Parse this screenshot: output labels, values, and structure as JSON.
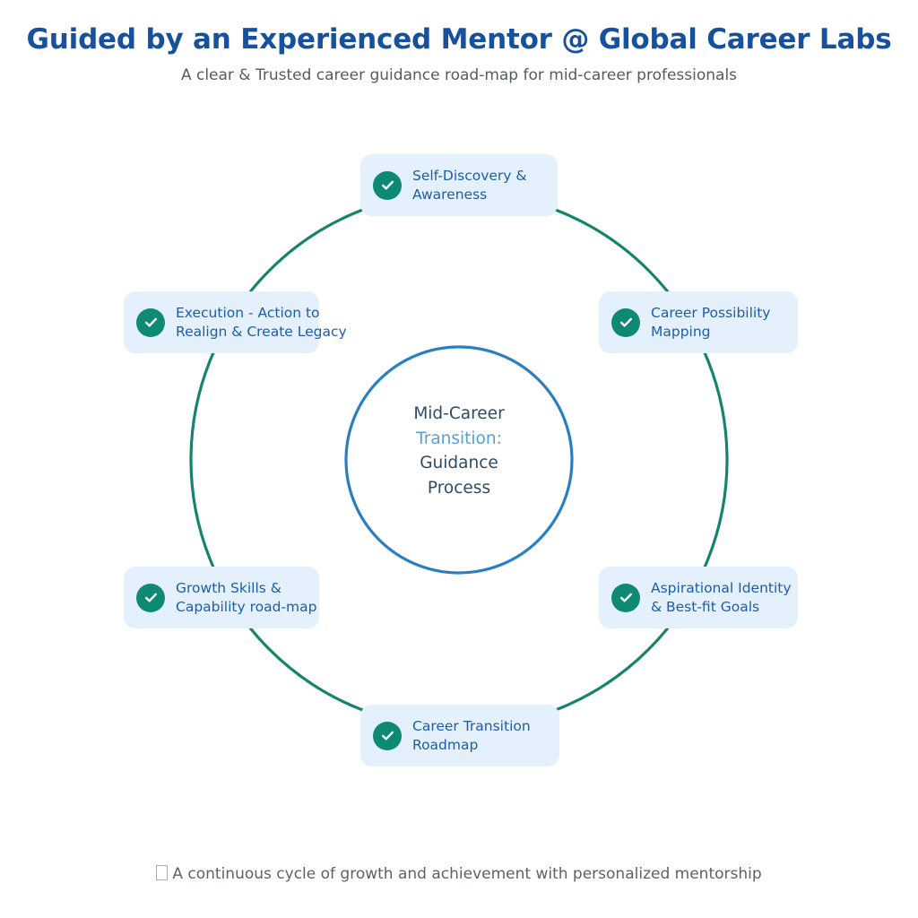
{
  "header": {
    "title": "Guided by an Experienced Mentor @ Global Career Labs",
    "subtitle": "A clear & Trusted career guidance road-map for mid-career professionals"
  },
  "center": {
    "line1": "Mid-Career",
    "line2": "Transition:",
    "line3": "Guidance",
    "line4": "Process"
  },
  "nodes": [
    {
      "id": "self-discovery-awareness",
      "line1": "Self-Discovery &",
      "line2": "Awareness",
      "icon": "check-circle-icon"
    },
    {
      "id": "career-possibility-mapping",
      "line1": "Career Possibility",
      "line2": "Mapping",
      "icon": "check-circle-icon"
    },
    {
      "id": "aspirational-identity-goals",
      "line1": "Aspirational Identity",
      "line2": "& Best-fit Goals",
      "icon": "check-circle-icon"
    },
    {
      "id": "career-transition-roadmap",
      "line1": "Career Transition",
      "line2": "Roadmap",
      "icon": "check-circle-icon"
    },
    {
      "id": "growth-skills-capability-roadmap",
      "line1": "Growth Skills &",
      "line2": "Capability road-map",
      "icon": "check-circle-icon"
    },
    {
      "id": "execution-realign-legacy",
      "line1": "Execution - Action to",
      "line2": "Realign & Create Legacy",
      "icon": "check-circle-icon"
    }
  ],
  "footer": {
    "text": "A continuous cycle of growth and achievement with personalized mentorship"
  },
  "colors": {
    "title": "#17519e",
    "subtitle": "#555b61",
    "node_fill": "#e4f0fb",
    "node_text": "#1f5da9",
    "check_circle": "#0e8a74",
    "outer_ring": "#16836b",
    "inner_circle": "#2a7fc1",
    "center_text": "#2e4b63",
    "center_accent": "#57a0d4",
    "footer_text": "#5c6368",
    "background": "#ffffff"
  }
}
